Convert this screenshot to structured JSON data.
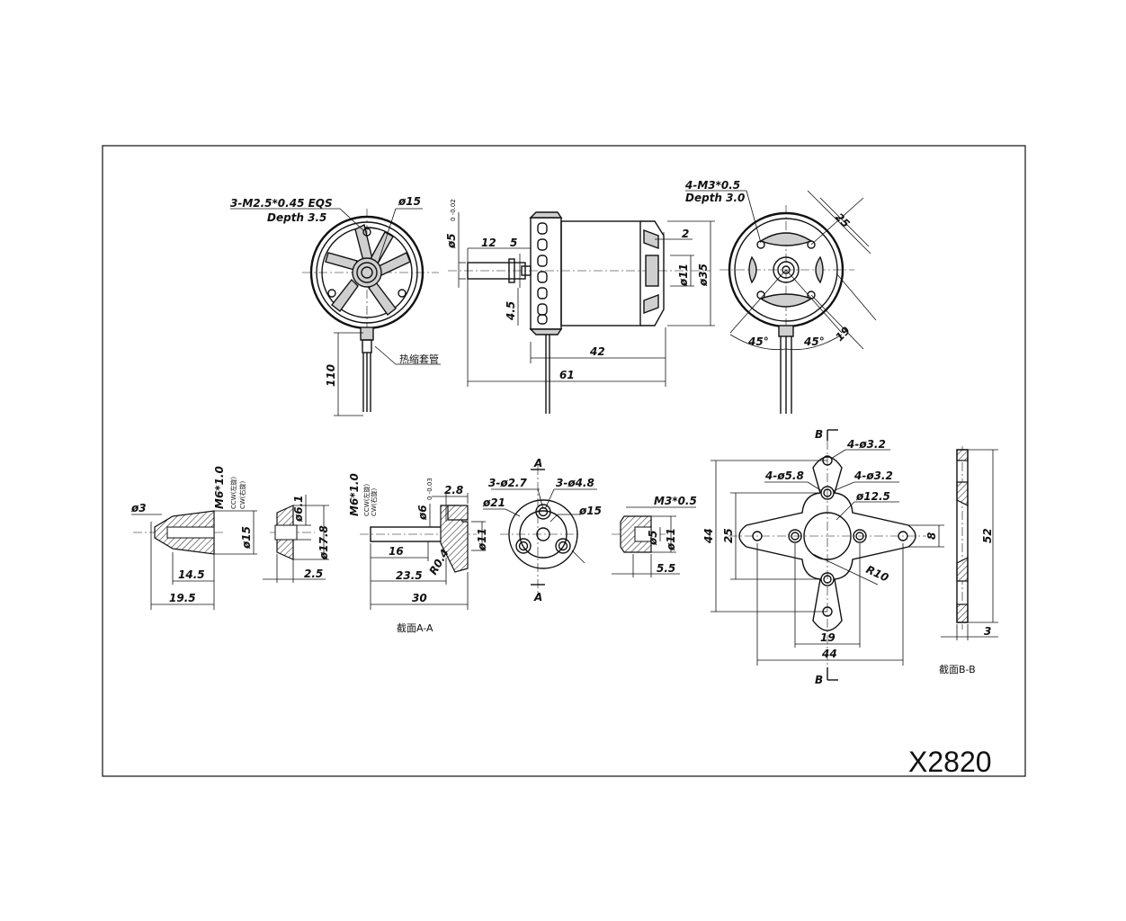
{
  "model": "X2820",
  "front_view": {
    "callout_thread": "3-M2.5*0.45 EQS",
    "callout_depth": "Depth 3.5",
    "callout_dia": "ø15",
    "dim_110": "110",
    "heat_shrink_label": "热缩套管"
  },
  "side_view": {
    "shaft_dia": "ø5",
    "shaft_tol": "0 -0.02",
    "dim_12": "12",
    "dim_5": "5",
    "dim_2": "2",
    "dim_45": "4.5",
    "dim_d11": "ø11",
    "dim_d35": "ø35",
    "dim_42": "42",
    "dim_61": "61"
  },
  "rear_view": {
    "callout_thread": "4-M3*0.5",
    "callout_depth": "Depth 3.0",
    "dim_25": "25",
    "dim_19": "19",
    "angle_left": "45°",
    "angle_right": "45°"
  },
  "prop_nut": {
    "dim_d3": "ø3",
    "thread": "M6*1.0",
    "ccw_note": "CCW(左旋)",
    "cw_note": "CW(右旋)",
    "dim_d15": "ø15",
    "dim_145": "14.5",
    "dim_195": "19.5"
  },
  "washer": {
    "dim_d61": "ø6.1",
    "dim_d178": "ø17.8",
    "dim_25": "2.5"
  },
  "prop_adapter_section": {
    "thread": "M6*1.0",
    "ccw_note": "CCW(左旋)",
    "cw_note": "CW(右旋)",
    "bore": "ø6",
    "bore_tol": "0 -0.03",
    "dim_28": "2.8",
    "dim_d11": "ø11",
    "dim_16": "16",
    "dim_235": "23.5",
    "dim_30": "30",
    "radius": "R0.4",
    "section_label": "截面A-A"
  },
  "adapter_front": {
    "callout_holes_small": "3-ø2.7",
    "callout_holes_large": "3-ø4.8",
    "dim_d21": "ø21",
    "dim_d15": "ø15",
    "section_mark": "A"
  },
  "set_screw": {
    "thread": "M3*0.5",
    "dim_d5": "ø5",
    "dim_d11": "ø11",
    "dim_55": "5.5"
  },
  "cross_mount": {
    "section_mark": "B",
    "callout_32_top": "4-ø3.2",
    "callout_58": "4-ø5.8",
    "callout_32_mid": "4-ø3.2",
    "dim_d125": "ø12.5",
    "dim_44_v": "44",
    "dim_25_v": "25",
    "dim_8": "8",
    "radius": "R10",
    "dim_19": "19",
    "dim_44_h": "44"
  },
  "mount_section": {
    "dim_52": "52",
    "dim_3": "3",
    "section_label": "截面B-B"
  }
}
